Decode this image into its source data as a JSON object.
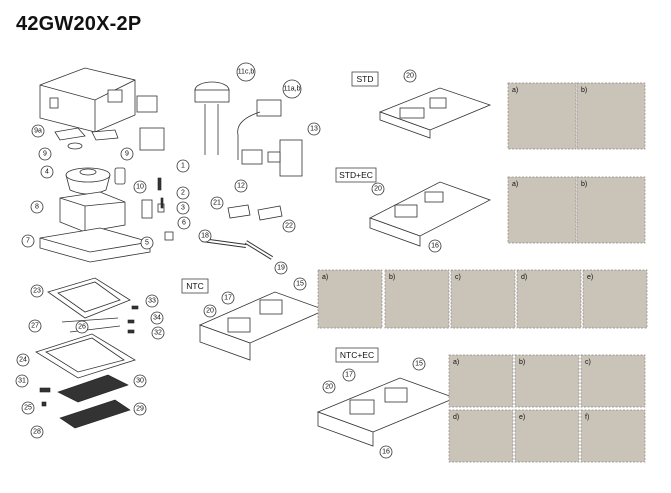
{
  "title": "42GW20X-2P",
  "section_labels": {
    "std": "STD",
    "std_ec": "STD+EC",
    "ntc": "NTC",
    "ntc_ec": "NTC+EC"
  },
  "callouts": [
    "1",
    "2",
    "3",
    "4",
    "5",
    "6",
    "7",
    "8",
    "9",
    "9a",
    "10",
    "11c,b",
    "11a,b",
    "12",
    "13",
    "15",
    "16",
    "17",
    "18",
    "19",
    "20",
    "21",
    "22",
    "23",
    "24",
    "25",
    "26",
    "27",
    "28",
    "29",
    "30",
    "31",
    "32",
    "33",
    "34"
  ],
  "photo_labels": [
    "a)",
    "b)",
    "c)",
    "d)",
    "e)",
    "f)"
  ],
  "colors": {
    "photo_bg": "#c9c3b8",
    "line": "#333333"
  }
}
